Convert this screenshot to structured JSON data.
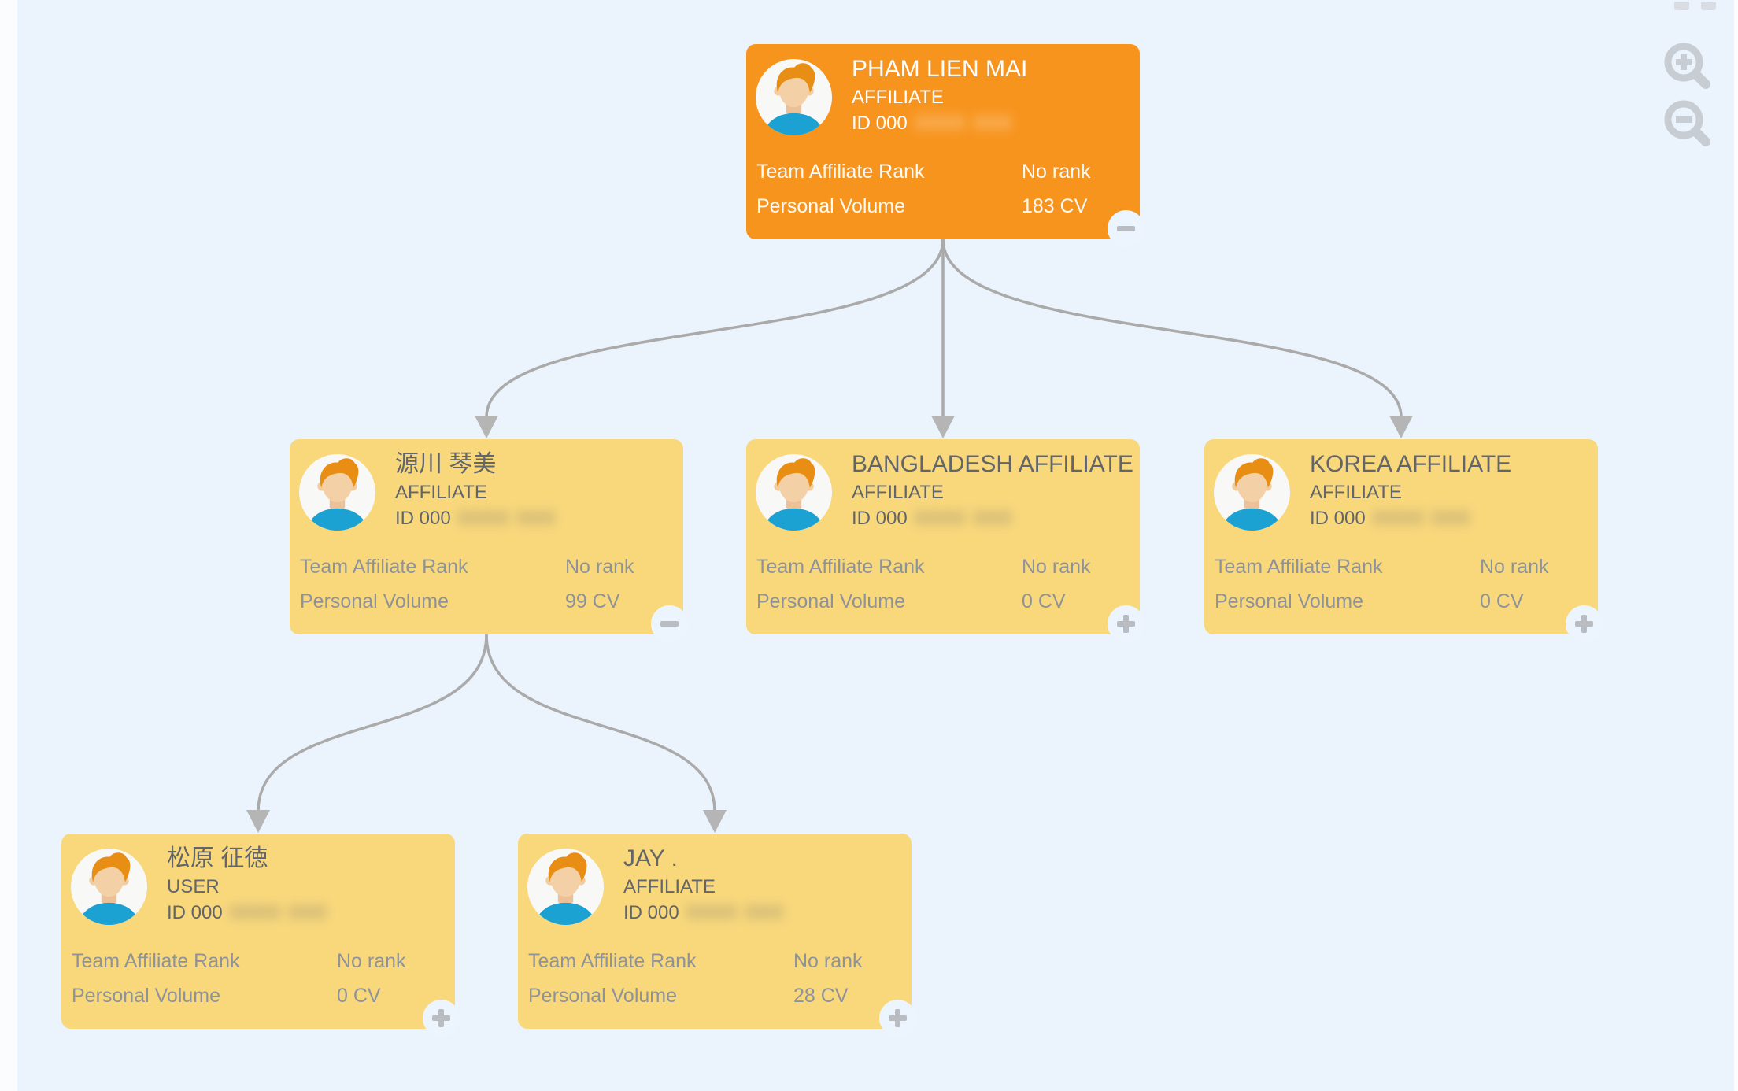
{
  "background": {
    "canvas": "#ebf4fc",
    "edge_strip": "#fafcfe"
  },
  "palette": {
    "root_card": "#f7941e",
    "member_card": "#f9d87c",
    "connector": "#aaaaaa",
    "dark_text": "#626569",
    "muted_text": "#8e939a",
    "toggle_sign": "#b9bcc0",
    "magnifier_icon": "#c8cdd4"
  },
  "labels": {
    "rank_label": "Team Affiliate Rank",
    "volume_label": "Personal Volume",
    "id_prefix": "ID 000",
    "id_masked": "0000 000"
  },
  "toolbar": {
    "zoom_in_icon": "zoom-in-magnifier",
    "zoom_out_icon": "zoom-out-magnifier",
    "clipped_icon": "fullscreen-partial"
  },
  "nodes": [
    {
      "name": "PHAM LIEN MAI",
      "type": "AFFILIATE",
      "rank": "No rank",
      "volume": "183 CV",
      "toggle": "collapse",
      "variant": "root"
    },
    {
      "name": "源川 琴美",
      "type": "AFFILIATE",
      "rank": "No rank",
      "volume": "99 CV",
      "toggle": "collapse",
      "variant": "member"
    },
    {
      "name": "BANGLADESH AFFILIATE",
      "type": "AFFILIATE",
      "rank": "No rank",
      "volume": "0 CV",
      "toggle": "expand",
      "variant": "member"
    },
    {
      "name": "KOREA AFFILIATE",
      "type": "AFFILIATE",
      "rank": "No rank",
      "volume": "0 CV",
      "toggle": "expand",
      "variant": "member"
    },
    {
      "name": "松原 征徳",
      "type": "USER",
      "rank": "No rank",
      "volume": "0 CV",
      "toggle": "expand",
      "variant": "member"
    },
    {
      "name": "JAY .",
      "type": "AFFILIATE",
      "rank": "No rank",
      "volume": "28 CV",
      "toggle": "expand",
      "variant": "member"
    }
  ],
  "edges": [
    {
      "from": 0,
      "to": 1
    },
    {
      "from": 0,
      "to": 2
    },
    {
      "from": 0,
      "to": 3
    },
    {
      "from": 1,
      "to": 4
    },
    {
      "from": 1,
      "to": 5
    }
  ]
}
